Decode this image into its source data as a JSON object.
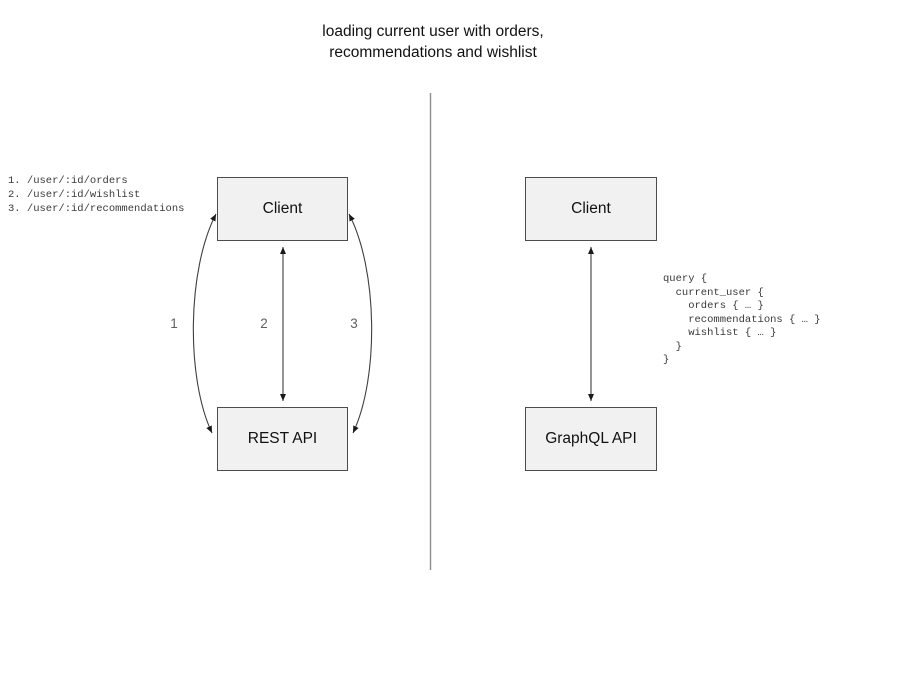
{
  "title": "loading current user with orders,\nrecommendations and wishlist",
  "rest_panel": {
    "endpoints": "1. /user/:id/orders\n2. /user/:id/wishlist\n3. /user/:id/recommendations",
    "client_label": "Client",
    "api_label": "REST API",
    "arrow_labels": [
      "1",
      "2",
      "3"
    ]
  },
  "graphql_panel": {
    "client_label": "Client",
    "api_label": "GraphQL API",
    "query": "query {\n  current_user {\n    orders { … }\n    recommendations { … }\n    wishlist { … }\n  }\n}"
  },
  "colors": {
    "box_fill": "#f1f1f1",
    "box_border": "#4c4c4c",
    "arrow_stroke": "#3f3f3f",
    "arrowhead_fill": "#1a1a1a",
    "divider_stroke": "#8c8c8c",
    "label_gray": "#5f5f5f",
    "code_text": "#3a3a3a",
    "title_text": "#111111"
  }
}
